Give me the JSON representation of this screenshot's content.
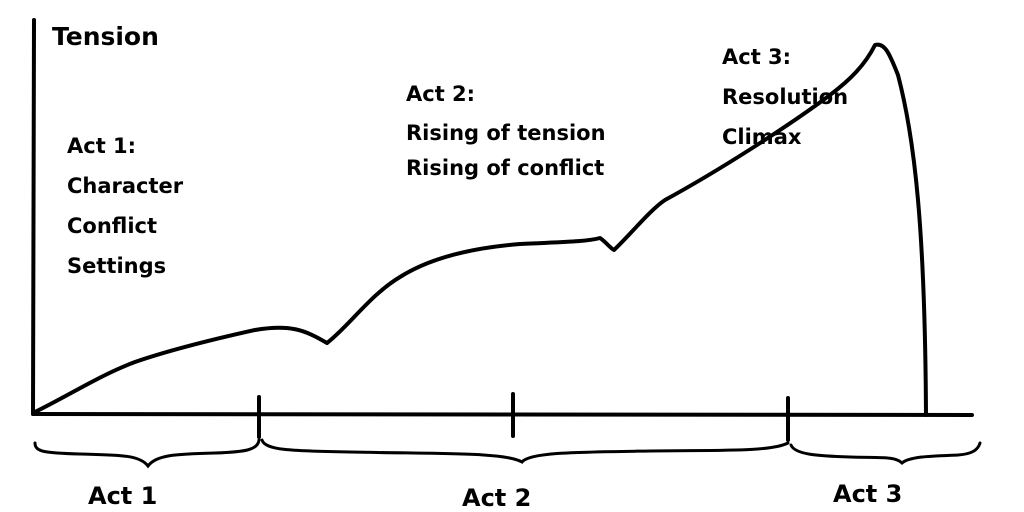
{
  "y_axis_label": "Tension",
  "acts_annotations": {
    "act1": [
      "Act 1:",
      "Character",
      "Conflict",
      "Settings"
    ],
    "act2": [
      "Act 2:",
      "Rising of tension",
      "Rising of conflict"
    ],
    "act3": [
      "Act 3:",
      "Resolution",
      "Climax"
    ]
  },
  "act_labels": [
    "Act 1",
    "Act 2",
    "Act 3"
  ],
  "colors": {
    "ink": "#000000",
    "background": "#ffffff"
  }
}
